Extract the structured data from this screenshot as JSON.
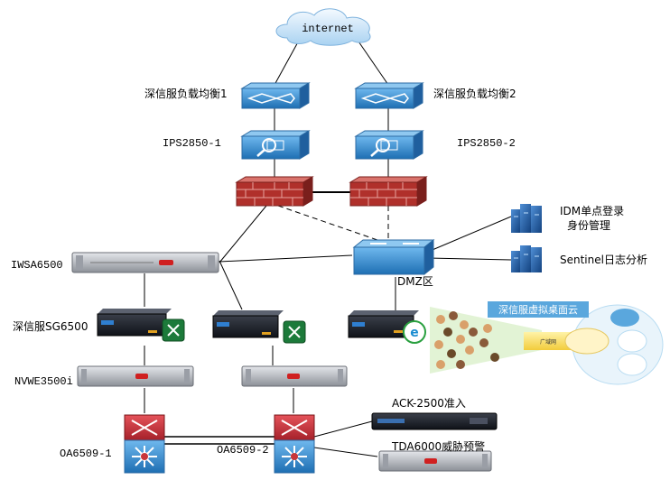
{
  "labels": {
    "internet": "internet",
    "lb1": "深信服负载均衡1",
    "lb2": "深信服负载均衡2",
    "ips1": "IPS2850-1",
    "ips2": "IPS2850-2",
    "iwsa": "IWSA6500",
    "sg": "深信服SG6500",
    "nvwe": "NVWE3500i",
    "oa1": "OA6509-1",
    "oa2": "OA6509-2",
    "idm_line1": "IDM单点登录",
    "idm_line2": "身份管理",
    "sentinel": "Sentinel日志分析",
    "dmz": "DMZ区",
    "vdc": "深信服虚拟桌面云",
    "ack": "ACK-2500准入",
    "tda": "TDA6000威胁预警"
  },
  "colors": {
    "device_blue": "#2b7fc4",
    "firewall_red": "#b0302b",
    "cloud": "#c7e3f7",
    "banner": "#5aa7dd",
    "router_red": "#c8363a"
  }
}
